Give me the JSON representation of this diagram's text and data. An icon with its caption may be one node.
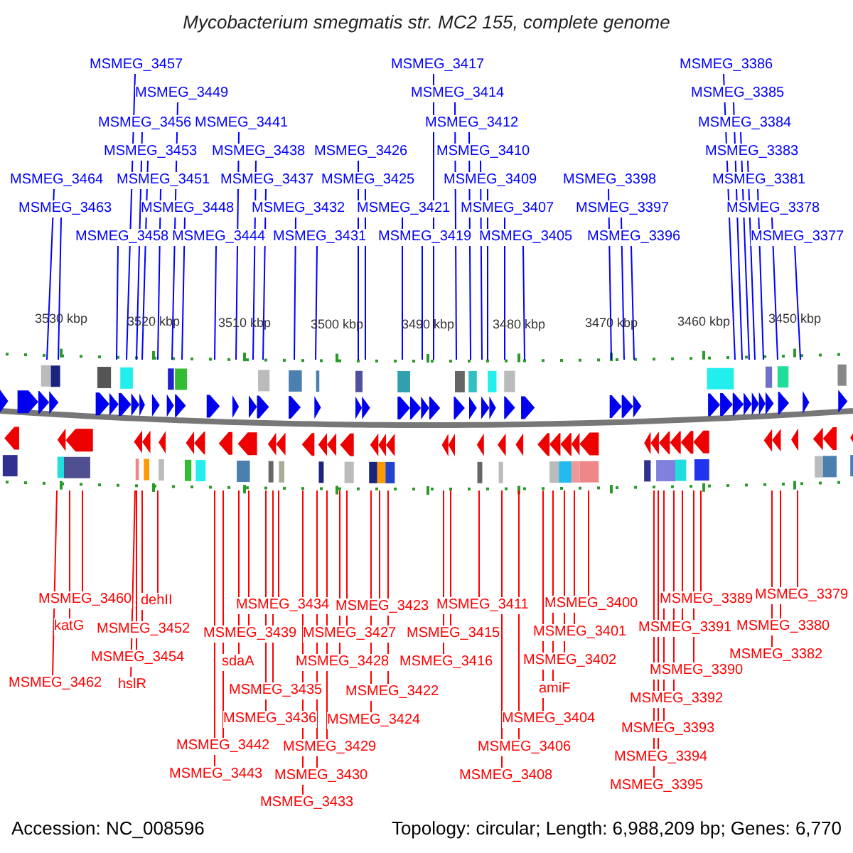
{
  "diagram": {
    "title": "Mycobacterium smegmatis str. MC2 155, complete genome",
    "nodes": [
      {
        "text": [
          "MSMEG_3457"
        ]
      },
      {
        "text": [
          "MSMEG_3417"
        ]
      },
      {
        "text": [
          "MSMEG_3386"
        ]
      },
      {
        "text": [
          "MSMEG_3449"
        ]
      },
      {
        "text": [
          "MSMEG_3414"
        ]
      },
      {
        "text": [
          "MSMEG_3385"
        ]
      },
      {
        "text": [
          "MSMEG_3456"
        ]
      },
      {
        "text": [
          "MSMEG_3441"
        ]
      },
      {
        "text": [
          "MSMEG_3412"
        ]
      },
      {
        "text": [
          "MSMEG_3384"
        ]
      },
      {
        "text": [
          "MSMEG_3453"
        ]
      },
      {
        "text": [
          "MSMEG_3438"
        ]
      },
      {
        "text": [
          "MSMEG_3426"
        ]
      },
      {
        "text": [
          "MSMEG_3410"
        ]
      },
      {
        "text": [
          "MSMEG_3383"
        ]
      },
      {
        "text": [
          "MSMEG_3464"
        ]
      },
      {
        "text": [
          "MSMEG_3451"
        ]
      },
      {
        "text": [
          "MSMEG_3437"
        ]
      },
      {
        "text": [
          "MSMEG_3425"
        ]
      },
      {
        "text": [
          "MSMEG_3409"
        ]
      },
      {
        "text": [
          "MSMEG_3398"
        ]
      },
      {
        "text": [
          "MSMEG_3381"
        ]
      },
      {
        "text": [
          "MSMEG_3463"
        ]
      },
      {
        "text": [
          "MSMEG_3448"
        ]
      },
      {
        "text": [
          "MSMEG_3432"
        ]
      },
      {
        "text": [
          "MSMEG_3421"
        ]
      },
      {
        "text": [
          "MSMEG_3407"
        ]
      },
      {
        "text": [
          "MSMEG_3397"
        ]
      },
      {
        "text": [
          "MSMEG_3378"
        ]
      },
      {
        "text": [
          "MSMEG_3458"
        ]
      },
      {
        "text": [
          "MSMEG_3444"
        ]
      },
      {
        "text": [
          "MSMEG_3431"
        ]
      },
      {
        "text": [
          "MSMEG_3419"
        ]
      },
      {
        "text": [
          "MSMEG_3405"
        ]
      },
      {
        "text": [
          "MSMEG_3396"
        ]
      },
      {
        "text": [
          "MSMEG_3377"
        ]
      },
      {
        "text": [
          "MSMEG_3379"
        ]
      },
      {
        "text": [
          "MSMEG_3460"
        ]
      },
      {
        "text": [
          "MSMEG_3389"
        ]
      },
      {
        "text": [
          "dehII"
        ]
      },
      {
        "text": [
          "MSMEG_3400"
        ]
      },
      {
        "text": [
          "MSMEG_3411"
        ]
      },
      {
        "text": [
          "MSMEG_3434"
        ]
      },
      {
        "text": [
          "MSMEG_3423"
        ]
      },
      {
        "text": [
          "katG"
        ]
      },
      {
        "text": [
          "MSMEG_3380"
        ]
      },
      {
        "text": [
          "MSMEG_3391"
        ]
      },
      {
        "text": [
          "MSMEG_3452"
        ]
      },
      {
        "text": [
          "MSMEG_3401"
        ]
      },
      {
        "text": [
          "MSMEG_3415"
        ]
      },
      {
        "text": [
          "MSMEG_3439"
        ]
      },
      {
        "text": [
          "MSMEG_3427"
        ]
      },
      {
        "text": [
          "MSMEG_3382"
        ]
      },
      {
        "text": [
          "MSMEG_3454"
        ]
      },
      {
        "text": [
          "MSMEG_3402"
        ]
      },
      {
        "text": [
          "MSMEG_3416"
        ]
      },
      {
        "text": [
          "sdaA"
        ]
      },
      {
        "text": [
          "MSMEG_3428"
        ]
      },
      {
        "text": [
          "MSMEG_3390"
        ]
      },
      {
        "text": [
          "MSMEG_3462"
        ]
      },
      {
        "text": [
          "hslR"
        ]
      },
      {
        "text": [
          "amiF"
        ]
      },
      {
        "text": [
          "MSMEG_3435"
        ]
      },
      {
        "text": [
          "MSMEG_3422"
        ]
      },
      {
        "text": [
          "MSMEG_3392"
        ]
      },
      {
        "text": [
          "MSMEG_3436"
        ]
      },
      {
        "text": [
          "MSMEG_3424"
        ]
      },
      {
        "text": [
          "MSMEG_3404"
        ]
      },
      {
        "text": [
          "MSMEG_3393"
        ]
      },
      {
        "text": [
          "MSMEG_3442"
        ]
      },
      {
        "text": [
          "MSMEG_3429"
        ]
      },
      {
        "text": [
          "MSMEG_3406"
        ]
      },
      {
        "text": [
          "MSMEG_3394"
        ]
      },
      {
        "text": [
          "MSMEG_3443"
        ]
      },
      {
        "text": [
          "MSMEG_3430"
        ]
      },
      {
        "text": [
          "MSMEG_3408"
        ]
      },
      {
        "text": [
          "MSMEG_3395"
        ]
      },
      {
        "text": [
          "MSMEG_3433"
        ]
      }
    ],
    "edges": [
      {
        "from": 0,
        "to": null,
        "arrow": "none",
        "color": "#0000ff"
      },
      {
        "from": 1,
        "to": null,
        "arrow": "none",
        "color": "#0000ff"
      },
      {
        "from": 2,
        "to": null,
        "arrow": "none",
        "color": "#0000ff"
      },
      {
        "from": 3,
        "to": null,
        "arrow": "none",
        "color": "#0000ff"
      },
      {
        "from": 4,
        "to": null,
        "arrow": "none",
        "color": "#0000ff"
      },
      {
        "from": 5,
        "to": null,
        "arrow": "none",
        "color": "#0000ff"
      },
      {
        "from": 6,
        "to": null,
        "arrow": "none",
        "color": "#0000ff"
      },
      {
        "from": 7,
        "to": null,
        "arrow": "none",
        "color": "#0000ff"
      },
      {
        "from": 8,
        "to": null,
        "arrow": "none",
        "color": "#0000ff"
      },
      {
        "from": 9,
        "to": null,
        "arrow": "none",
        "color": "#0000ff"
      },
      {
        "from": 10,
        "to": null,
        "arrow": "none",
        "color": "#0000ff"
      },
      {
        "from": 11,
        "to": null,
        "arrow": "none",
        "color": "#0000ff"
      },
      {
        "from": 12,
        "to": null,
        "arrow": "none",
        "color": "#0000ff"
      },
      {
        "from": 13,
        "to": null,
        "arrow": "none",
        "color": "#0000ff"
      },
      {
        "from": 14,
        "to": null,
        "arrow": "none",
        "color": "#0000ff"
      },
      {
        "from": 15,
        "to": null,
        "arrow": "none",
        "color": "#0000ff"
      },
      {
        "from": 16,
        "to": null,
        "arrow": "none",
        "color": "#0000ff"
      },
      {
        "from": 17,
        "to": null,
        "arrow": "none",
        "color": "#0000ff"
      },
      {
        "from": 18,
        "to": null,
        "arrow": "none",
        "color": "#0000ff"
      },
      {
        "from": 19,
        "to": null,
        "arrow": "none",
        "color": "#0000ff"
      },
      {
        "from": 20,
        "to": null,
        "arrow": "none",
        "color": "#0000ff"
      },
      {
        "from": 21,
        "to": null,
        "arrow": "none",
        "color": "#0000ff"
      },
      {
        "from": 22,
        "to": null,
        "arrow": "none",
        "color": "#0000ff"
      },
      {
        "from": 23,
        "to": null,
        "arrow": "none",
        "color": "#0000ff"
      },
      {
        "from": 24,
        "to": null,
        "arrow": "none",
        "color": "#0000ff"
      },
      {
        "from": 25,
        "to": null,
        "arrow": "none",
        "color": "#0000ff"
      },
      {
        "from": 26,
        "to": null,
        "arrow": "none",
        "color": "#0000ff"
      },
      {
        "from": 27,
        "to": null,
        "arrow": "none",
        "color": "#0000ff"
      },
      {
        "from": 28,
        "to": null,
        "arrow": "none",
        "color": "#0000ff"
      },
      {
        "from": 29,
        "to": null,
        "arrow": "none",
        "color": "#0000ff"
      },
      {
        "from": 30,
        "to": null,
        "arrow": "none",
        "color": "#0000ff"
      },
      {
        "from": 31,
        "to": null,
        "arrow": "none",
        "color": "#0000ff"
      },
      {
        "from": 32,
        "to": null,
        "arrow": "none",
        "color": "#0000ff"
      },
      {
        "from": 33,
        "to": null,
        "arrow": "none",
        "color": "#0000ff"
      },
      {
        "from": 34,
        "to": null,
        "arrow": "none",
        "color": "#0000ff"
      },
      {
        "from": 35,
        "to": null,
        "arrow": "none",
        "color": "#0000ff"
      },
      {
        "from": 36,
        "to": null,
        "arrow": "none"
      },
      {
        "from": 37,
        "to": null,
        "arrow": "none"
      },
      {
        "from": 38,
        "to": null,
        "arrow": "none"
      },
      {
        "from": 39,
        "to": null,
        "arrow": "none"
      },
      {
        "from": 40,
        "to": null,
        "arrow": "none"
      },
      {
        "from": 41,
        "to": null,
        "arrow": "none"
      },
      {
        "from": 42,
        "to": null,
        "arrow": "none"
      },
      {
        "from": 43,
        "to": null,
        "arrow": "none"
      },
      {
        "from": 44,
        "to": null,
        "arrow": "none"
      },
      {
        "from": 45,
        "to": null,
        "arrow": "none"
      },
      {
        "from": 46,
        "to": null,
        "arrow": "none"
      },
      {
        "from": 47,
        "to": null,
        "arrow": "none"
      },
      {
        "from": 48,
        "to": null,
        "arrow": "none"
      },
      {
        "from": 49,
        "to": null,
        "arrow": "none"
      },
      {
        "from": 50,
        "to": null,
        "arrow": "none"
      },
      {
        "from": 51,
        "to": null,
        "arrow": "none"
      },
      {
        "from": 52,
        "to": null,
        "arrow": "none"
      },
      {
        "from": 53,
        "to": null,
        "arrow": "none"
      },
      {
        "from": 54,
        "to": null,
        "arrow": "none"
      },
      {
        "from": 55,
        "to": null,
        "arrow": "none"
      },
      {
        "from": 56,
        "to": null,
        "arrow": "none"
      },
      {
        "from": 57,
        "to": null,
        "arrow": "none"
      },
      {
        "from": 58,
        "to": null,
        "arrow": "none"
      },
      {
        "from": 59,
        "to": null,
        "arrow": "none"
      },
      {
        "from": 60,
        "to": null,
        "arrow": "none"
      },
      {
        "from": 61,
        "to": null,
        "arrow": "none"
      },
      {
        "from": 62,
        "to": null,
        "arrow": "none"
      },
      {
        "from": 63,
        "to": null,
        "arrow": "none"
      },
      {
        "from": 64,
        "to": null,
        "arrow": "none"
      },
      {
        "from": 65,
        "to": null,
        "arrow": "none"
      },
      {
        "from": 66,
        "to": null,
        "arrow": "none"
      },
      {
        "from": 67,
        "to": null,
        "arrow": "none"
      },
      {
        "from": 68,
        "to": null,
        "arrow": "none"
      },
      {
        "from": 69,
        "to": null,
        "arrow": "none"
      },
      {
        "from": 70,
        "to": null,
        "arrow": "none"
      },
      {
        "from": 71,
        "to": null,
        "arrow": "none"
      },
      {
        "from": 72,
        "to": null,
        "arrow": "none"
      },
      {
        "from": 73,
        "to": null,
        "arrow": "none"
      },
      {
        "from": 74,
        "to": null,
        "arrow": "none"
      },
      {
        "from": 75,
        "to": null,
        "arrow": "none"
      },
      {
        "from": 76,
        "to": null,
        "arrow": "none"
      },
      {
        "from": 77,
        "to": null,
        "arrow": "none"
      }
    ],
    "labels": [
      "3530 kbp",
      "3520 kbp",
      "3510 kbp",
      "3500 kbp",
      "3490 kbp",
      "3480 kbp",
      "3470 kbp",
      "3460 kbp",
      "3450 kbp",
      "Accession: NC_008596",
      "Topology: circular; Length: 6,988,209 bp; Genes: 6,770"
    ]
  }
}
